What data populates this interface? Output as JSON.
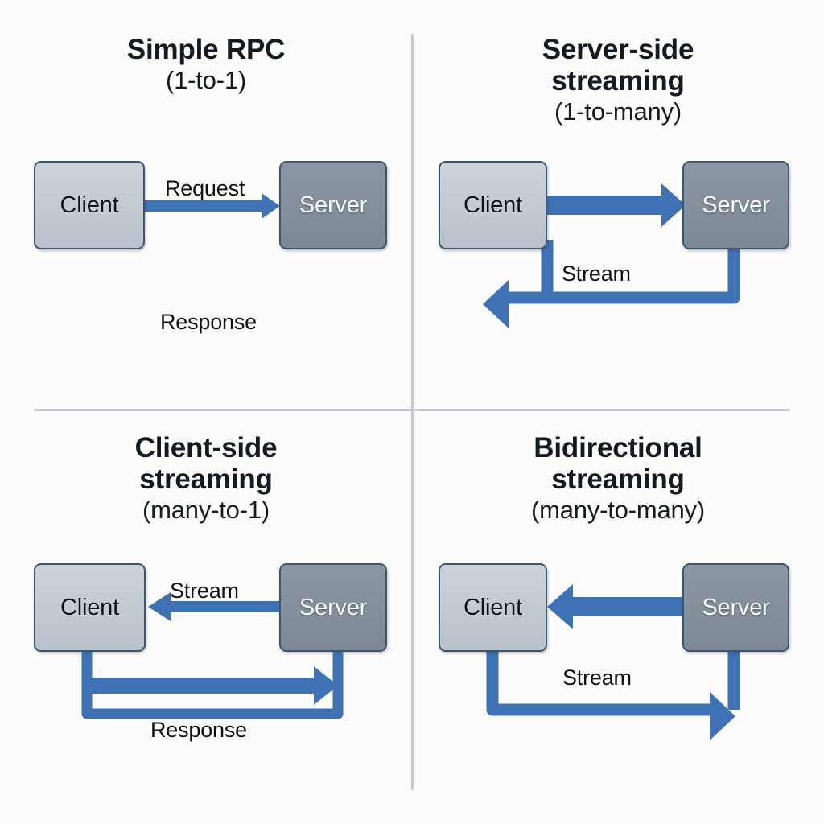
{
  "figure": {
    "description": "gRPC communication patterns — four quadrant diagram",
    "background_color": "#fcfcfb",
    "divider_color": "#c6c9d2",
    "arrow_color": "#3f72b4",
    "client_fill": "#c5ccd4",
    "server_fill": "#858f9c",
    "box_border_color": "#3c566e",
    "title_color": "#131a22"
  },
  "quadrants": [
    {
      "id": "simple-rpc",
      "title": "Simple RPC",
      "subtitle": "(1-to-1)",
      "client_label": "Client",
      "server_label": "Server",
      "edges": [
        {
          "label": "Request",
          "direction": "client-to-server",
          "style": "thin-straight"
        },
        {
          "label": "Response",
          "direction": "server-to-client",
          "style": "label-only"
        }
      ]
    },
    {
      "id": "server-side-streaming",
      "title": "Server-side streaming",
      "title_line1": "Server-side",
      "title_line2": "streaming",
      "subtitle": "(1-to-many)",
      "client_label": "Client",
      "server_label": "Server",
      "edges": [
        {
          "label": "",
          "direction": "client-to-server",
          "style": "thick-straight"
        },
        {
          "label": "Stream",
          "direction": "server-to-client",
          "style": "thick-loop-below"
        }
      ]
    },
    {
      "id": "client-side-streaming",
      "title": "Client-side streaming",
      "title_line1": "Client-side",
      "title_line2": "streaming",
      "subtitle": "(many-to-1)",
      "client_label": "Client",
      "server_label": "Server",
      "edges": [
        {
          "label": "Stream",
          "direction": "server-to-client",
          "style": "thin-straight"
        },
        {
          "label": "Response",
          "direction": "client-to-server",
          "style": "outlined-loop-below"
        }
      ]
    },
    {
      "id": "bidirectional-streaming",
      "title": "Bidirectional streaming",
      "title_line1": "Bidirectional",
      "title_line2": "streaming",
      "subtitle": "(many-to-many)",
      "client_label": "Client",
      "server_label": "Server",
      "edges": [
        {
          "label": "",
          "direction": "server-to-client",
          "style": "thick-straight"
        },
        {
          "label": "Stream",
          "direction": "client-to-server",
          "style": "thick-loop-below"
        }
      ]
    }
  ]
}
